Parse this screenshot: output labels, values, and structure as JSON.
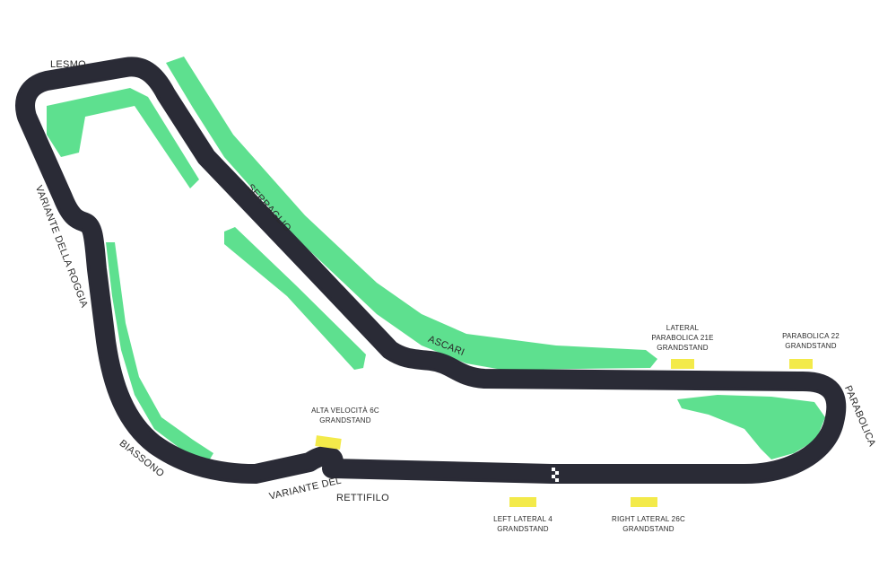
{
  "colors": {
    "track": "#2a2b36",
    "track_edge": "#ffffff",
    "infield": "#5ee08f",
    "grandstand": "#f3ea4a",
    "label": "#2a2a2a"
  },
  "corners": {
    "lesmo": "LESMO",
    "variante_della_roggia": "VARIANTE DELLA ROGGIA",
    "serraglio": "SERRAGLIO",
    "ascari": "ASCARI",
    "parabolica": "PARABOLICA",
    "biassono": "BIASSONO",
    "variante_del": "VARIANTE DEL",
    "rettifilo": "RETTIFILO"
  },
  "grandstands": {
    "alta_velocita": {
      "line1": "ALTA VELOCITÀ 6C",
      "line2": "GRANDSTAND"
    },
    "lateral_parabolica": {
      "line1": "LATERAL",
      "line2": "PARABOLICA 21E",
      "line3": "GRANDSTAND"
    },
    "parabolica_22": {
      "line1": "PARABOLICA 22",
      "line2": "GRANDSTAND"
    },
    "left_lateral": {
      "line1": "LEFT LATERAL 4",
      "line2": "GRANDSTAND"
    },
    "right_lateral": {
      "line1": "RIGHT LATERAL 26C",
      "line2": "GRANDSTAND"
    }
  }
}
